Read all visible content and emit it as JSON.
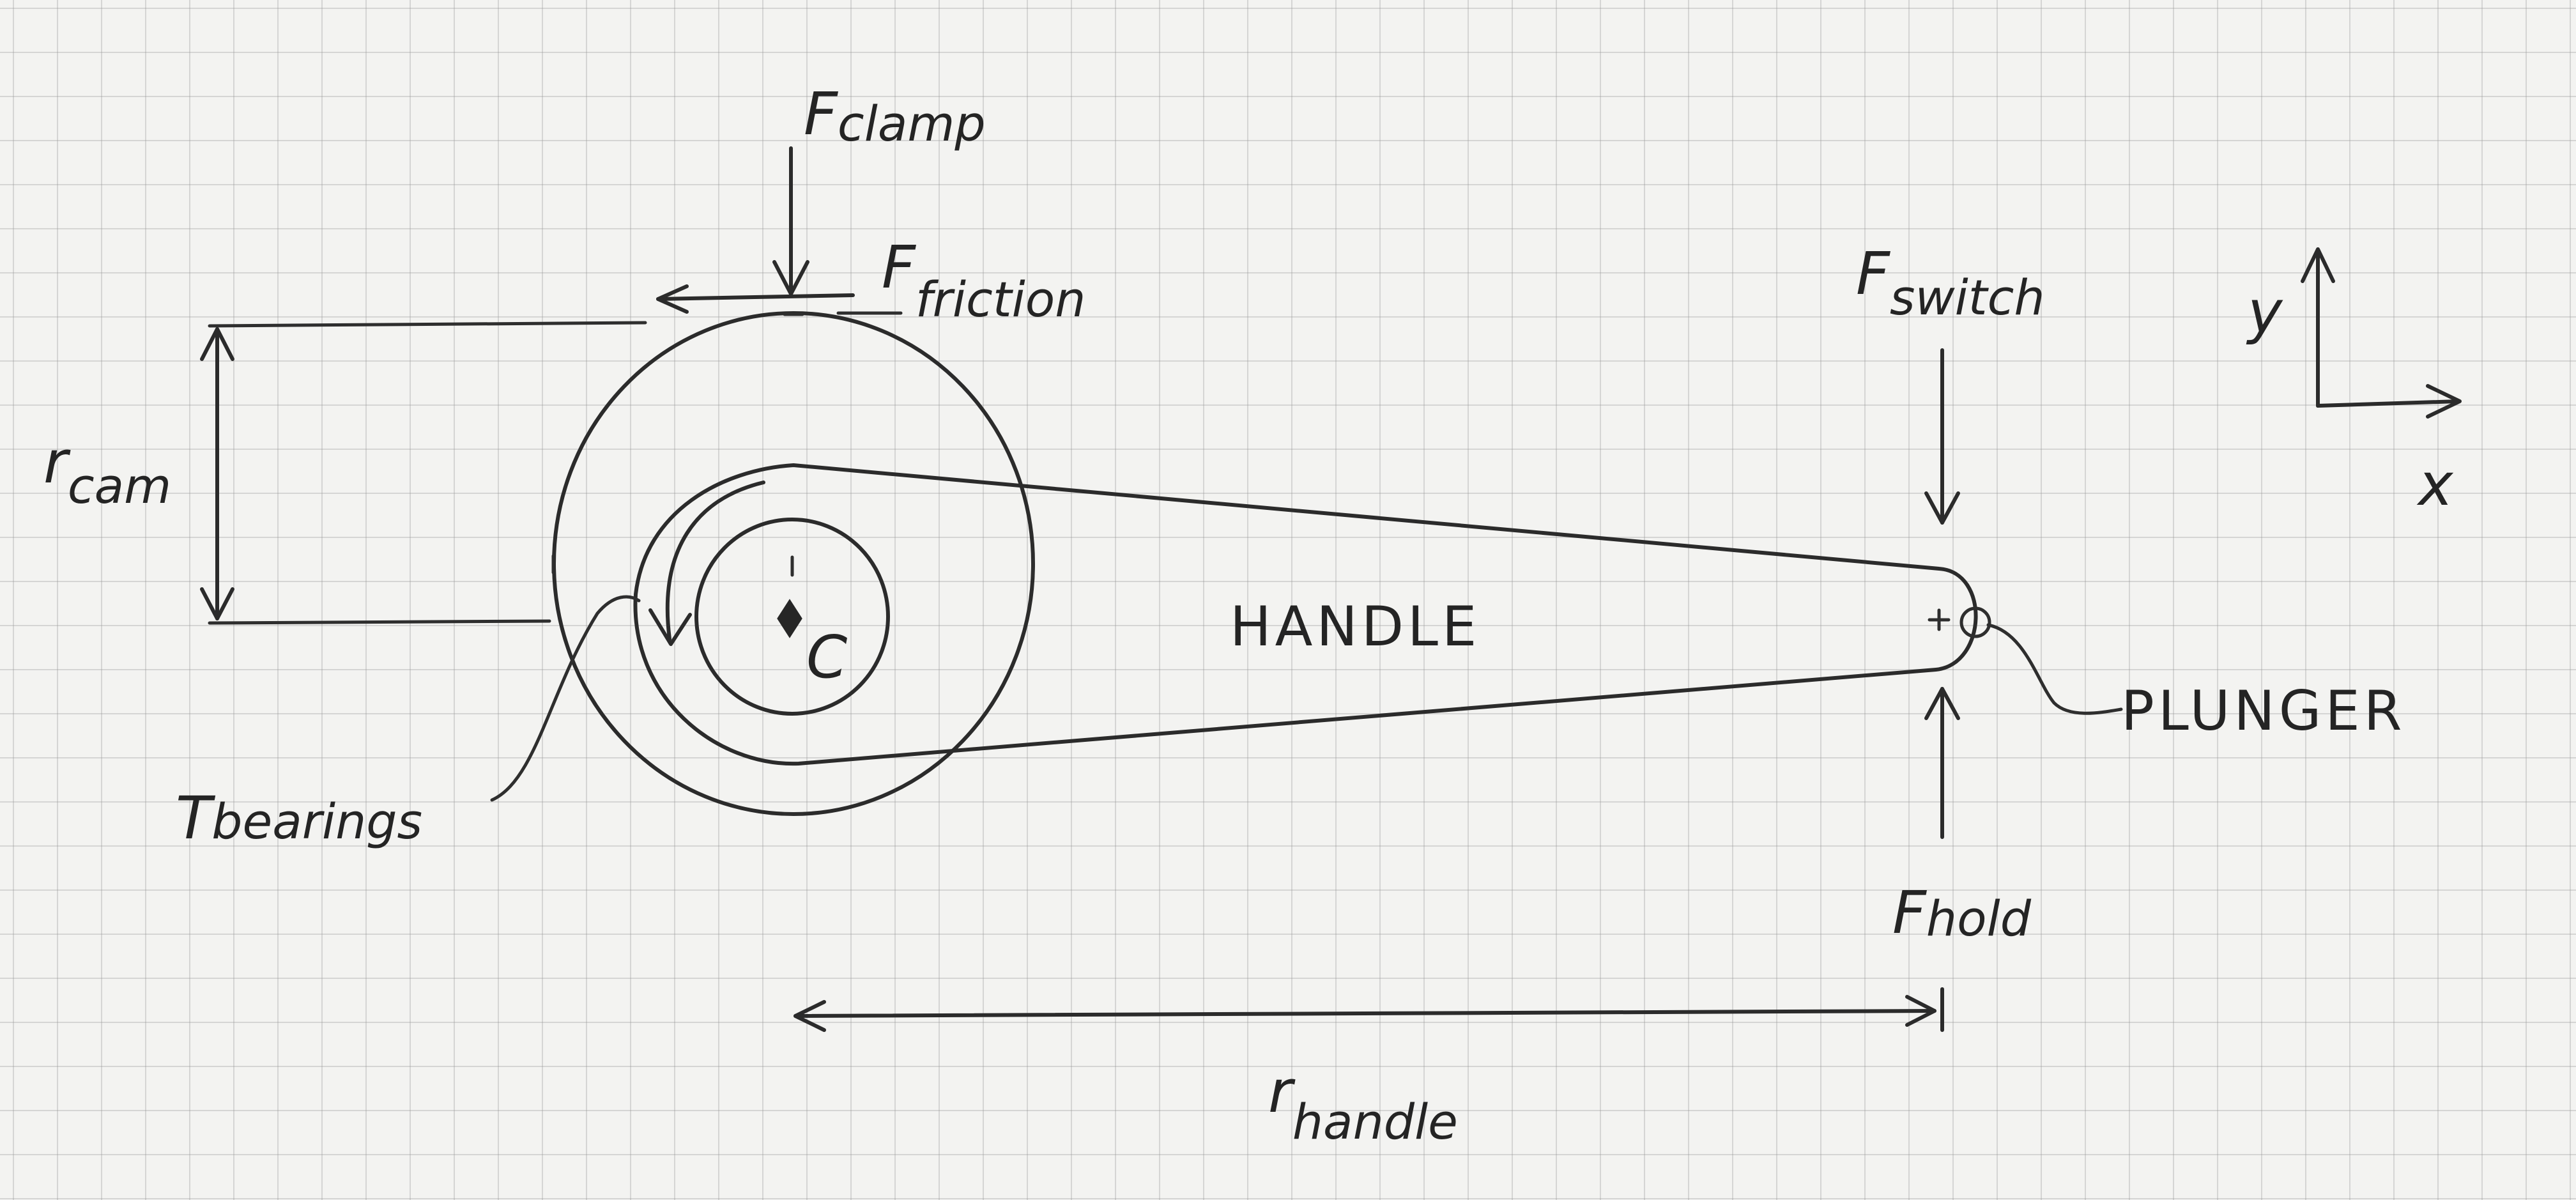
{
  "labels": {
    "f_clamp": {
      "main": "F",
      "sub": "clamp"
    },
    "f_friction": {
      "main": "F",
      "sub": "friction"
    },
    "f_switch": {
      "main": "F",
      "sub": "switch"
    },
    "f_hold": {
      "main": "F",
      "sub": "hold"
    },
    "r_cam": {
      "main": "r",
      "sub": "cam"
    },
    "r_handle": {
      "main": "r",
      "sub": "handle"
    },
    "t_bearings": {
      "main": "T",
      "sub": "bearings"
    },
    "handle": "HANDLE",
    "plunger": "PLUNGER",
    "center": "C",
    "axis_x": "x",
    "axis_y": "y"
  },
  "colors": {
    "paper": "#f3f3f1",
    "grid": "#9a9a9a",
    "ink": "#2b2b2b"
  }
}
